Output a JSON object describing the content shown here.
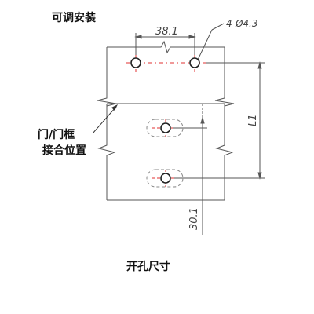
{
  "title": "可调安装",
  "hole_spec": "4-Ø4.3",
  "dim_hole_spacing": "38.1",
  "dim_vertical_length": "L1",
  "dim_offset": "30.1",
  "door_label_line1": "门/门框",
  "door_label_line2": "接合位置",
  "caption": "开孔尺寸",
  "colors": {
    "line": "#555555",
    "hole": "#222222",
    "centerline": "#e03030",
    "dashed": "#888888"
  }
}
